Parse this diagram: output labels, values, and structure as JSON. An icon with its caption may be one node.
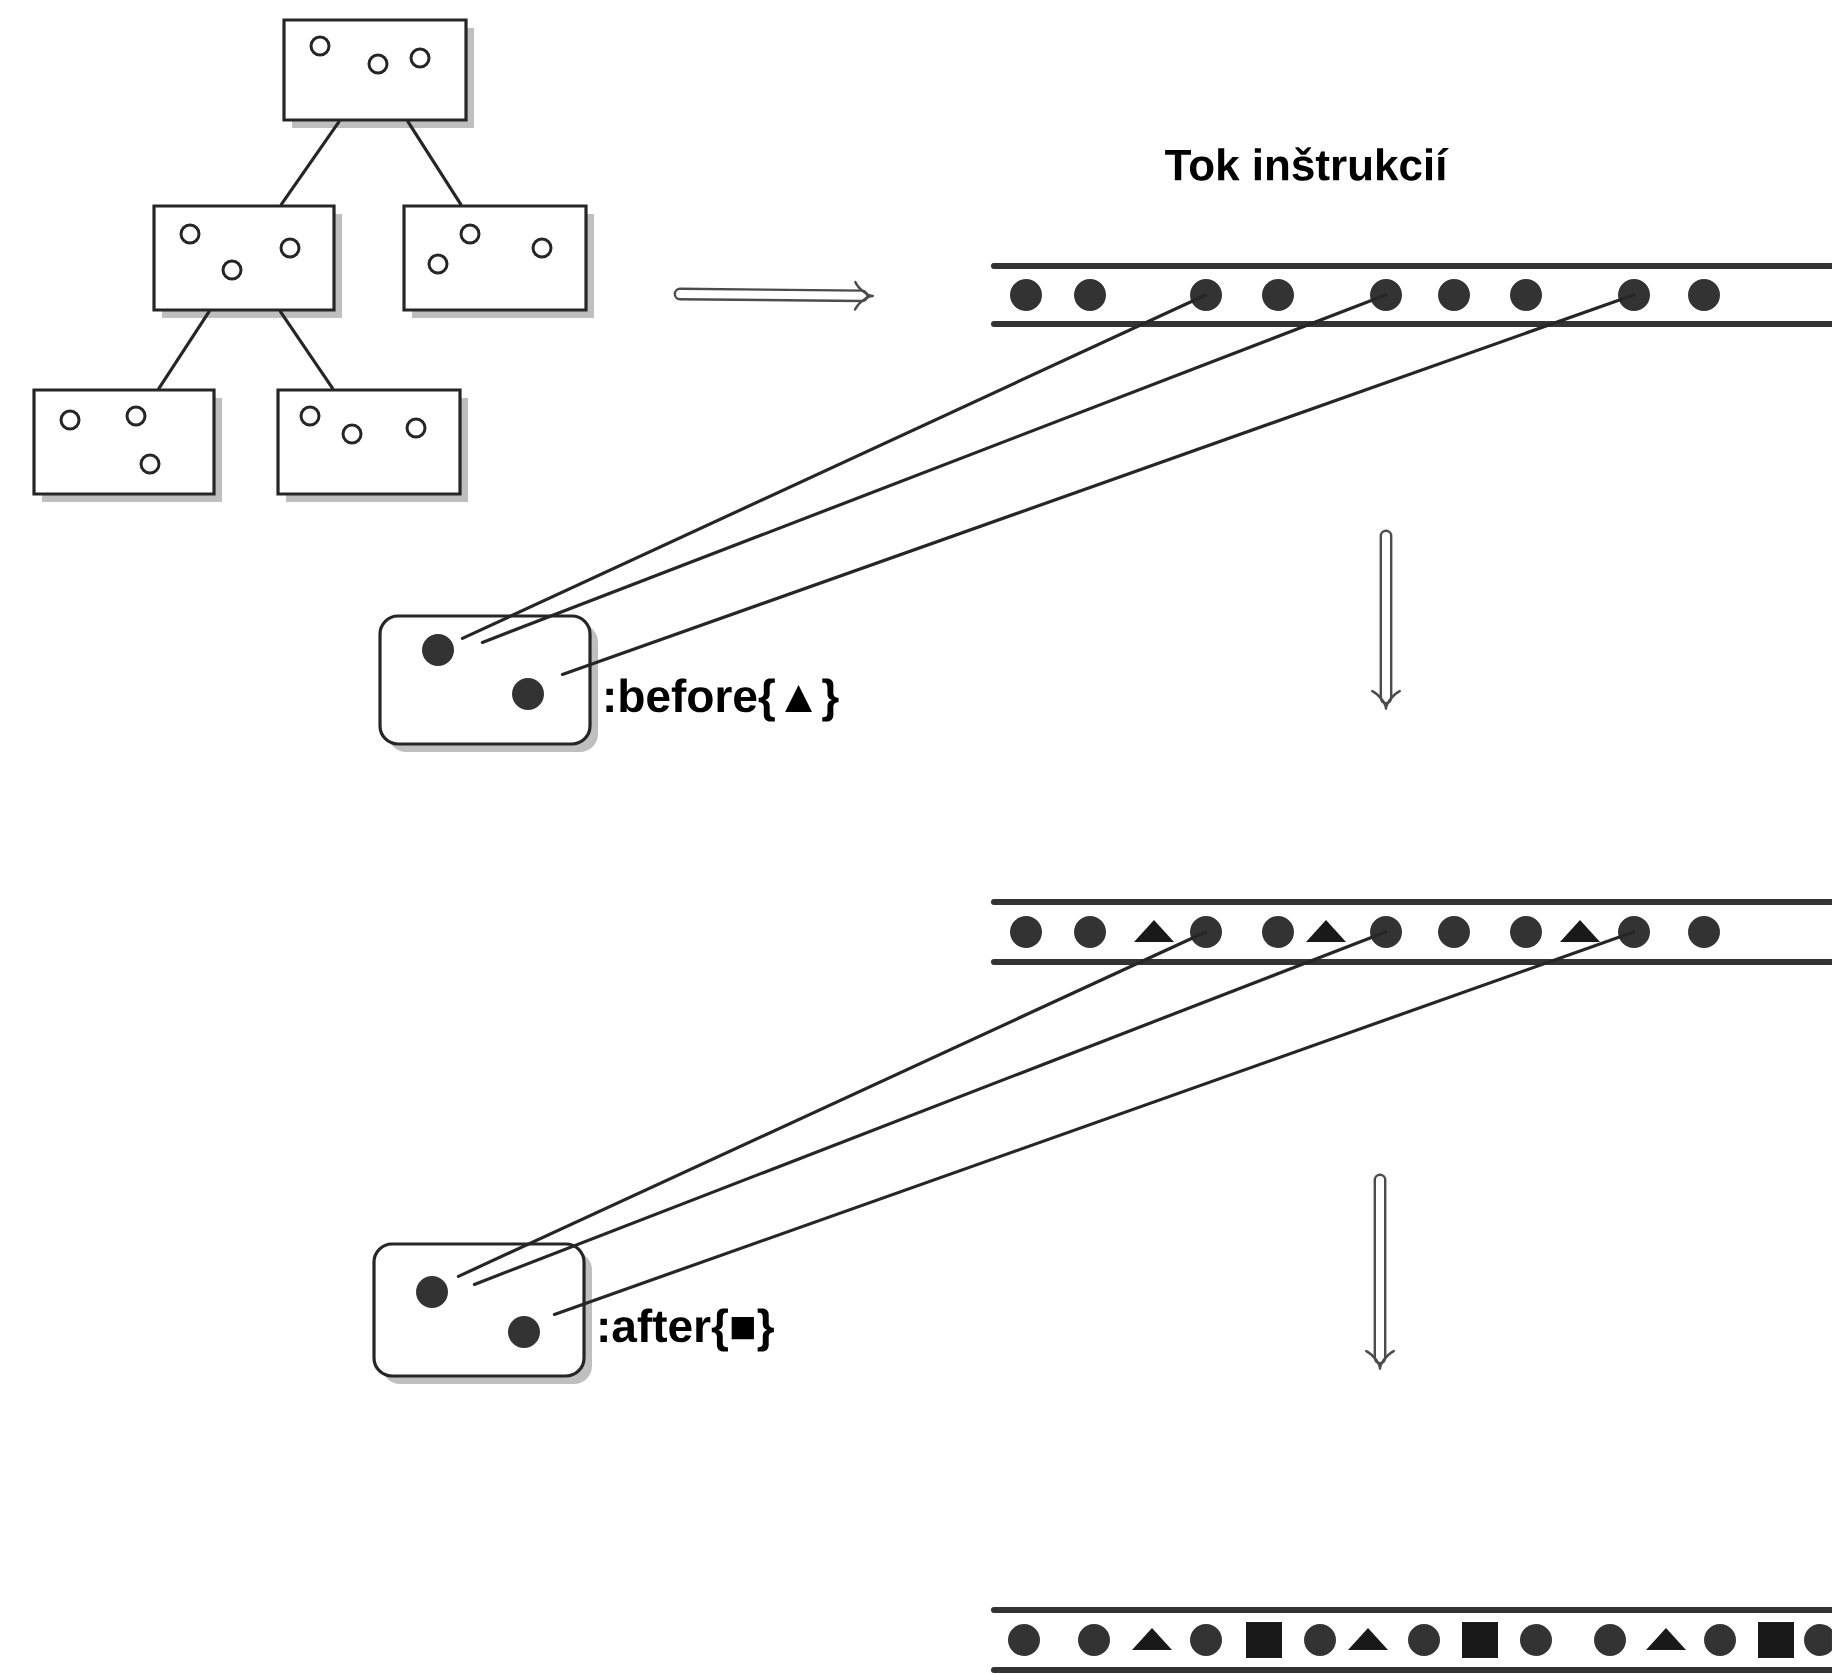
{
  "diagram": {
    "title": "Tok inštrukcií",
    "nodes": [
      {
        "text": [],
        "shape": "box"
      },
      {
        "text": [],
        "shape": "box"
      },
      {
        "text": [],
        "shape": "box"
      },
      {
        "text": [],
        "shape": "box"
      },
      {
        "text": [],
        "shape": "box"
      },
      {
        "text": [],
        "shape": "bar"
      },
      {
        "text": [],
        "shape": "box",
        "beside": [
          ":before{▲}"
        ]
      },
      {
        "text": [],
        "shape": "bar"
      },
      {
        "text": [],
        "shape": "box",
        "beside": [
          ":after{■}"
        ]
      },
      {
        "text": [],
        "shape": "bar"
      }
    ],
    "edges": [
      {
        "from": 0,
        "to": 1,
        "arrow": "none"
      },
      {
        "from": 0,
        "to": 2,
        "arrow": "none"
      },
      {
        "from": 1,
        "to": 3,
        "arrow": "none"
      },
      {
        "from": 1,
        "to": 4,
        "arrow": "none"
      },
      {
        "from": 6,
        "to": 5,
        "arrow": "none"
      },
      {
        "from": 6,
        "to": 5,
        "arrow": "none"
      },
      {
        "from": 6,
        "to": 5,
        "arrow": "none"
      },
      {
        "from": 8,
        "to": 7,
        "arrow": "none"
      },
      {
        "from": 8,
        "to": 7,
        "arrow": "none"
      },
      {
        "from": 8,
        "to": 7,
        "arrow": "none"
      }
    ]
  }
}
